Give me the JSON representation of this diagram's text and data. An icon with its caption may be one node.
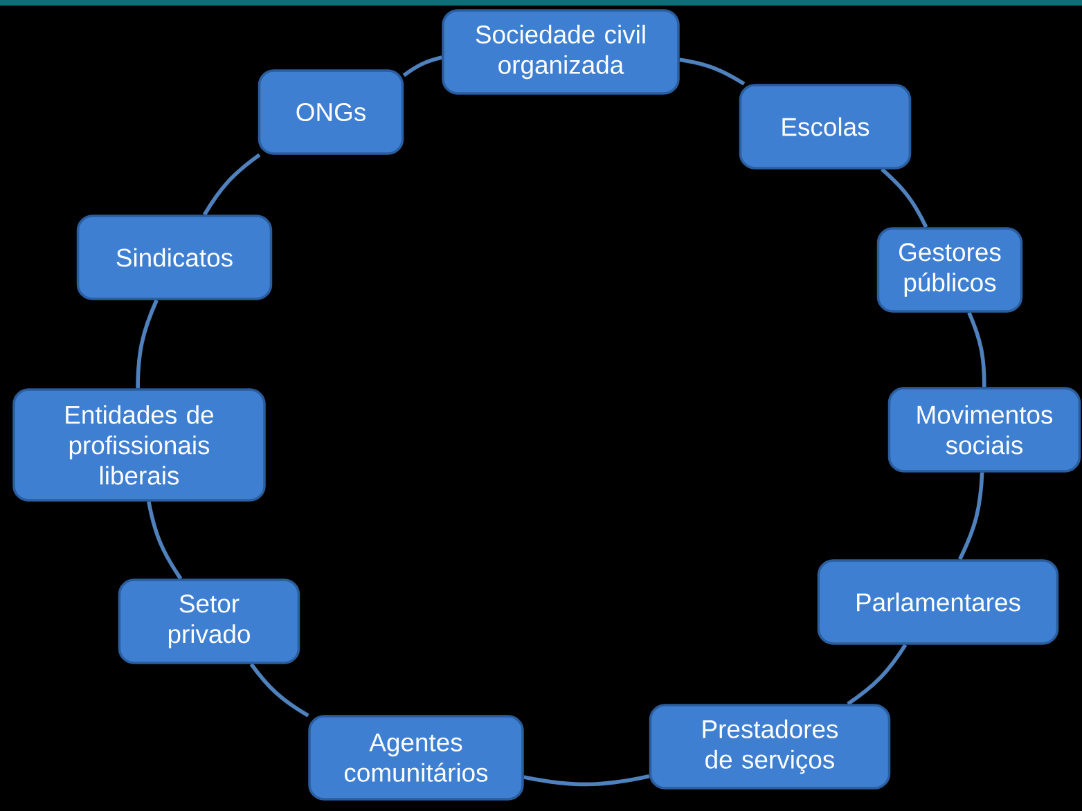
{
  "diagram": {
    "nodes": [
      {
        "text": [
          "Sociedade civil organizada"
        ]
      },
      {
        "text": [
          "Escolas"
        ]
      },
      {
        "text": [
          "Gestores públicos"
        ]
      },
      {
        "text": [
          "Movimentos sociais"
        ]
      },
      {
        "text": [
          "Parlamentares"
        ]
      },
      {
        "text": [
          "Prestadores de serviços"
        ]
      },
      {
        "text": [
          "Agentes comunitários"
        ]
      },
      {
        "text": [
          "Setor privado"
        ]
      },
      {
        "text": [
          "Entidades de profissionais liberais"
        ]
      },
      {
        "text": [
          "Sindicatos"
        ]
      },
      {
        "text": [
          "ONGs"
        ]
      }
    ],
    "edges": [
      {
        "from": 0,
        "to": 1,
        "arrow": "none"
      },
      {
        "from": 1,
        "to": 2,
        "arrow": "none"
      },
      {
        "from": 2,
        "to": 3,
        "arrow": "none"
      },
      {
        "from": 3,
        "to": 4,
        "arrow": "none"
      },
      {
        "from": 4,
        "to": 5,
        "arrow": "none"
      },
      {
        "from": 5,
        "to": 6,
        "arrow": "none"
      },
      {
        "from": 6,
        "to": 7,
        "arrow": "none"
      },
      {
        "from": 7,
        "to": 8,
        "arrow": "none"
      },
      {
        "from": 8,
        "to": 9,
        "arrow": "none"
      },
      {
        "from": 9,
        "to": 10,
        "arrow": "none"
      },
      {
        "from": 10,
        "to": 0,
        "arrow": "none"
      }
    ]
  }
}
